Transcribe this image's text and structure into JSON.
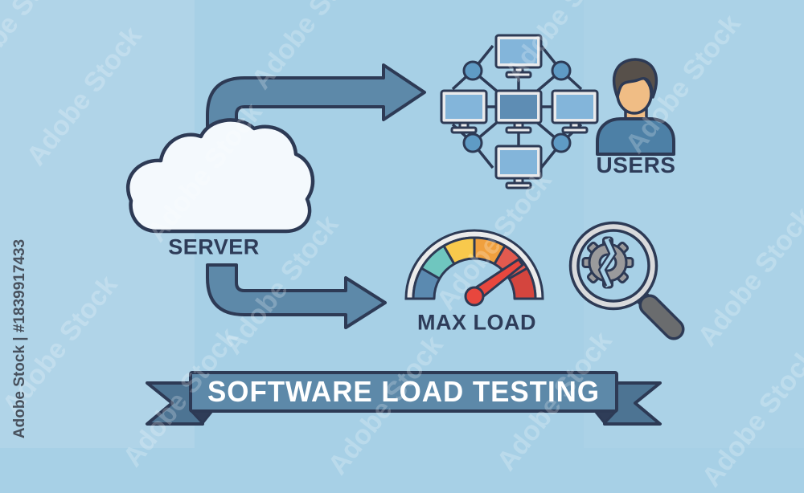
{
  "banner": {
    "title": "SOFTWARE LOAD TESTING"
  },
  "labels": {
    "server": "SERVER",
    "users": "USERS",
    "max_load": "MAX LOAD"
  },
  "watermark": {
    "tile_text": "Adobe Stock",
    "id_text": "Adobe Stock | #1839917433"
  },
  "icons": {
    "server": "cloud-icon",
    "users_network": "computer-network-icon",
    "user": "person-icon",
    "max_load": "speedometer-gauge-icon",
    "analysis": "magnifier-broken-gear-icon",
    "flow_to_users": "arrow-right-icon",
    "flow_to_max_load": "arrow-right-icon"
  },
  "colors": {
    "background": "#a7d0e6",
    "outline": "#2d3a55",
    "arrow": "#5d89a9",
    "ribbon": "#5d89a9",
    "ribbon_fork": "#4d7493",
    "ribbon_fold": "#2f3d58",
    "cloud": "#f4f9fd",
    "label_text": "#2e3c59",
    "banner_text": "#ffffff",
    "monitor_frame": "#e9eaec",
    "screen": "#83b5da",
    "screen_center": "#5e8db4",
    "node": "#5f9bc5",
    "hair": "#57504a",
    "skin": "#f0bd85",
    "shirt": "#4d80a6",
    "rim": "#ebebeb",
    "gauge_1": "#5b8ab0",
    "gauge_2": "#6fc6bf",
    "gauge_3": "#f8c94c",
    "gauge_4": "#f0a03e",
    "gauge_5": "#e25a4f",
    "gauge_6": "#d4453e",
    "needle": "#e8473e",
    "glass_rim": "#d9dadc",
    "gear": "#9a9a9c",
    "handle": "#6a6c6e"
  }
}
